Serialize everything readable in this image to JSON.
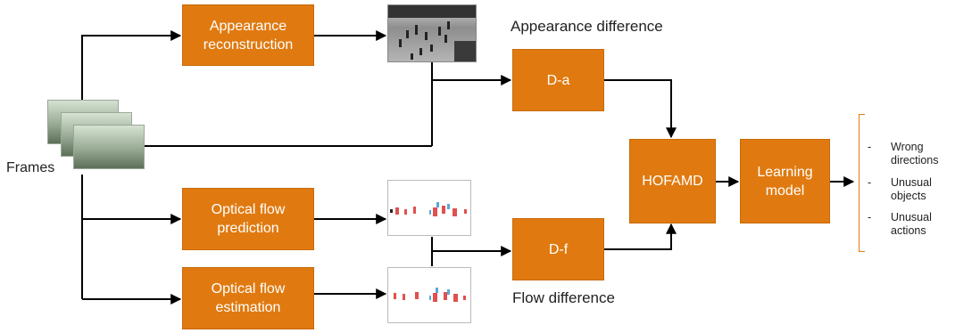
{
  "boxes": {
    "appearance_reconstruction": "Appearance reconstruction",
    "optical_flow_prediction": "Optical flow prediction",
    "optical_flow_estimation": "Optical flow estimation",
    "d_a": "D-a",
    "d_f": "D-f",
    "hofamd": "HOFAMD",
    "learning_model": "Learning model"
  },
  "labels": {
    "frames": "Frames",
    "appearance_difference": "Appearance difference",
    "flow_difference": "Flow difference"
  },
  "outputs": {
    "bullet": "-",
    "items": [
      "Wrong directions",
      "Unusual objects",
      "Unusual actions"
    ]
  },
  "colors": {
    "box_fill": "#E07A10",
    "box_text": "#ffffff",
    "arrow": "#000000",
    "bracket": "#E07A10"
  }
}
